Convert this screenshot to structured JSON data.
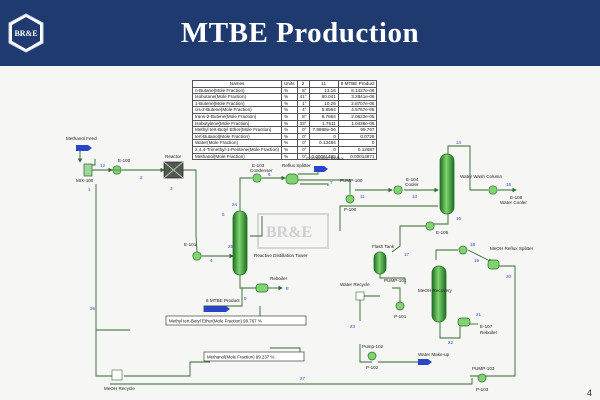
{
  "logo_text": "BR&E",
  "title": "MTBE Production",
  "page_number": "4",
  "table": {
    "headers": [
      "Names",
      "Units",
      "2",
      "11",
      "8 MTBE Product"
    ],
    "rows": [
      [
        "n-Butane(Mole Fraction)",
        "%",
        "8°",
        "13.16",
        "8.1427e-06"
      ],
      [
        "Isobutane(Mole Fraction)",
        "%",
        "41°",
        "60.041",
        "3.2841e-06"
      ],
      [
        "1-Butene(Mole Fraction)",
        "%",
        "1°",
        "10.26",
        "2.8707e-06"
      ],
      [
        "cis-2-Butene(Mole Fraction)",
        "%",
        "4°",
        "5.8564",
        "4.5767e-05"
      ],
      [
        "trans-2-Butene(Mole Fraction)",
        "%",
        "8°",
        "8.7664",
        "2.0623e-05"
      ],
      [
        "Isobutylene(Mole Fraction)",
        "%",
        "33°",
        "1.7511",
        "1.0436e-06"
      ],
      [
        "Methyl tert-Butyl Ether(Mole Fraction)",
        "%",
        "0°",
        "7.9988e-06",
        "99.767"
      ],
      [
        "tert-Butanol(Mole Fraction)",
        "%",
        "0°",
        "0",
        "0.0726"
      ],
      [
        "Water(Mole Fraction)",
        "%",
        "0°",
        "0.13484",
        "0"
      ],
      [
        "2,4,4-Trimethyl-1-Pentene(Mole Fraction)",
        "%",
        "0°",
        "0",
        "0.12687"
      ],
      [
        "Methanol(Mole Fraction)",
        "%",
        "0°",
        "0.00061485",
        "0.00014871"
      ]
    ]
  },
  "pfd": {
    "labels": {
      "methanol_feed": "Methanol Feed",
      "mix100": "MIX-100",
      "s12": "12",
      "e100": "E-100",
      "s1": "1",
      "s2": "2",
      "reactor": "Reactor",
      "s3": "3",
      "s4": "4",
      "e101": "E-101",
      "e103": "E-103",
      "condenser": "Condenser",
      "reflux_splitter": "Reflux Splitter",
      "condensed_reflux": "Condensed Reflux",
      "s6": "6",
      "s7": "7",
      "s11": "11",
      "s5": "5",
      "s24": "24",
      "s25": "25",
      "reactive_distillation_tower": "Reactive Distillation Tower",
      "reboiler": "Reboiler",
      "s8": "8",
      "s9": "9",
      "pump100": "PUMP-100",
      "p100": "P-100",
      "e104": "E-104",
      "cooler": "Cooler",
      "s13": "13",
      "s14": "14",
      "water_wash_column": "Water Wash Column",
      "s15": "15",
      "s16": "16",
      "e106": "E-106",
      "water_cooler": "Water Cooler",
      "e105": "E-105",
      "flash_tank": "Flash Tank",
      "s17": "17",
      "s18": "18",
      "s19": "19",
      "s20": "20",
      "meoh_reflux_splitter": "MeOH Reflux Splitter",
      "meoh_recovery": "MeOH Recovery",
      "pump101": "PUMP-101",
      "p101": "P-101",
      "water_recycle": "Water Recycle",
      "e107": "E-107",
      "reboiler2": "Reboiler",
      "s21": "21",
      "s22": "22",
      "s23": "23",
      "pump102": "Pump-102",
      "p102": "P-102",
      "water_makeup": "Water Make-up",
      "pump103": "PUMP-103",
      "p103": "P-103",
      "meoh_recycle": "MeOH Recycle",
      "mtbe_product": "8 MTBE Product",
      "s26": "26",
      "s27": "27"
    },
    "readouts": {
      "mtbe_fraction": "Methyl tert-Butyl Ether(Mole Fraction)    99.767  %",
      "methanol_fraction": "Methanol(Mole Fraction)    99.237  %"
    },
    "watermark": "BR&E"
  },
  "colors": {
    "header_bg": "#1e3a6e",
    "stream": "#2d6a2d",
    "equipment": "#3aa040",
    "label_blue": "#2b45c8"
  }
}
